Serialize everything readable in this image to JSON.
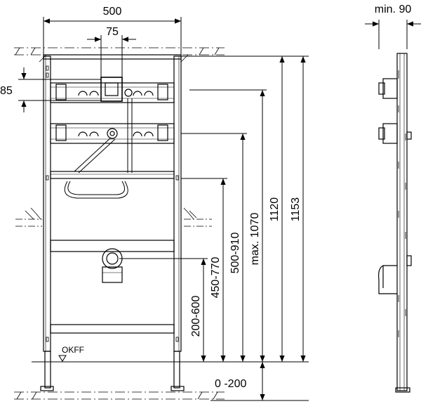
{
  "dimensions": {
    "width_label": "500",
    "spacing_label": "75",
    "offset_label": "85",
    "depth_label": "min. 90",
    "height_1153": "1153",
    "height_1120": "1120",
    "height_max1070": "max. 1070",
    "height_500_910": "500-910",
    "height_450_770": "450-770",
    "height_200_600": "200-600",
    "adjust_0_200": "0 -200"
  },
  "floor_label": "OKFF"
}
